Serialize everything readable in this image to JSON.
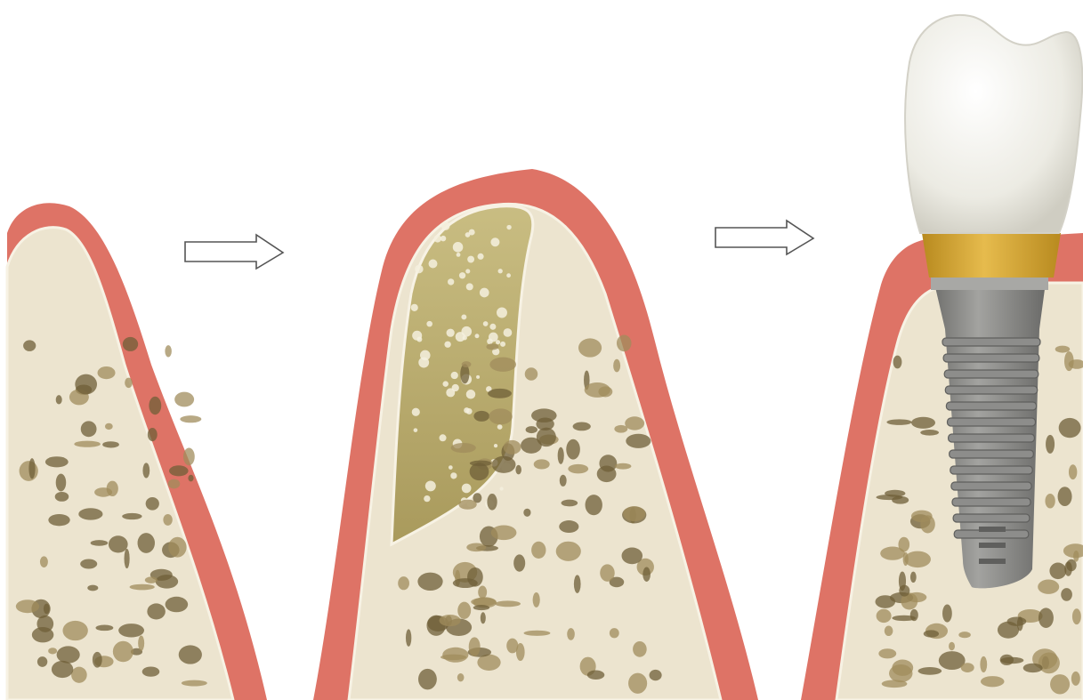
{
  "figure": {
    "panels": [
      {
        "stage": "ridge"
      },
      {
        "stage": "graft"
      },
      {
        "stage": "implant"
      }
    ]
  },
  "colors": {
    "gum": "#de7366",
    "gum_dark": "#c85a4c",
    "bone": "#ece4cf",
    "bone_edge": "#f7f2e4",
    "pore": "#a08c5c",
    "pore_dark": "#6f5f38",
    "graft": "#b8ab6e",
    "graft_speck": "#f4f0de",
    "implant": "#8d8d8b",
    "implant_dark": "#5f5f5d",
    "abutment": "#d7a93a",
    "crown": "#f3f1ea",
    "arrow_stroke": "#555555"
  },
  "icons": [
    "right-arrow-icon",
    "right-arrow-icon"
  ]
}
